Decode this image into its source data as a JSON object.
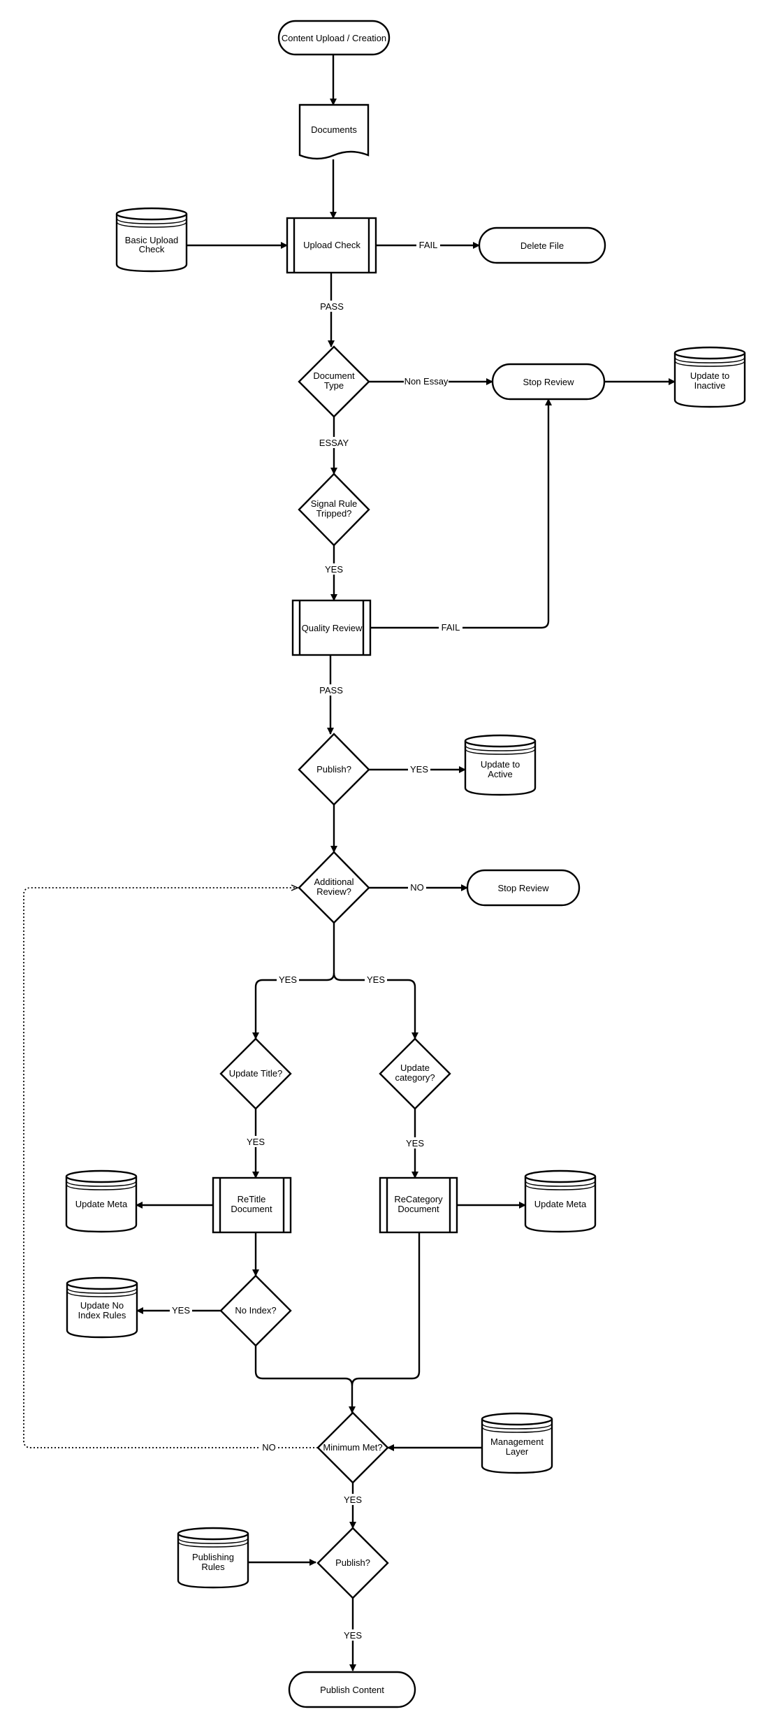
{
  "nodes": {
    "content_upload": "Content Upload / Creation",
    "documents": "Documents",
    "basic_upload_check": [
      "Basic Upload",
      "Check"
    ],
    "upload_check": "Upload Check",
    "delete_file": "Delete File",
    "document_type": [
      "Document",
      "Type"
    ],
    "stop_review_1": "Stop Review",
    "update_inactive": [
      "Update to",
      "Inactive"
    ],
    "signal_rule": [
      "Signal Rule",
      "Tripped?"
    ],
    "quality_review": "Quality Review",
    "publish_q1": "Publish?",
    "update_active": [
      "Update to",
      "Active"
    ],
    "additional_review": [
      "Additional",
      "Review?"
    ],
    "stop_review_2": "Stop Review",
    "update_title": "Update Title?",
    "update_category": [
      "Update",
      "category?"
    ],
    "retitle_document": [
      "ReTitle",
      "Document"
    ],
    "recategory_document": [
      "ReCategory",
      "Document"
    ],
    "update_meta_left": "Update Meta",
    "update_meta_right": "Update Meta",
    "no_index": "No Index?",
    "update_no_index": [
      "Update No",
      "Index Rules"
    ],
    "minimum_met": "Minimum Met?",
    "management_layer": [
      "Management",
      "Layer"
    ],
    "publishing_rules": [
      "Publishing",
      "Rules"
    ],
    "publish_q2": "Publish?",
    "publish_content": "Publish Content"
  },
  "edge_labels": {
    "fail_upload": "FAIL",
    "pass_upload": "PASS",
    "non_essay": "Non Essay",
    "essay": "ESSAY",
    "yes_signal": "YES",
    "fail_quality": "FAIL",
    "pass_quality": "PASS",
    "yes_publish_active": "YES",
    "no_additional": "NO",
    "yes_left": "YES",
    "yes_right": "YES",
    "yes_title": "YES",
    "yes_category": "YES",
    "yes_no_index": "YES",
    "no_minimum": "NO",
    "yes_minimum": "YES",
    "yes_publish_final": "YES"
  }
}
